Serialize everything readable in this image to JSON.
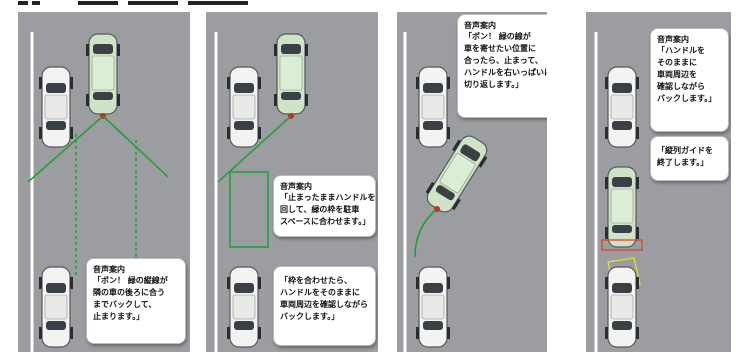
{
  "colors": {
    "road": "#9b9da0",
    "guide_line": "#1f9d3a",
    "car_body": "#f3f4f2",
    "car_glass": "#3b4047",
    "car_active": "#cfe4c6",
    "rear_marker": "#d8261c",
    "red_box": "#e0412f",
    "yellow_box": "#e6df2a"
  },
  "panels": [
    {
      "callouts": [
        {
          "title": "音声案内",
          "body": "「ポン！ 緑の縦線が\n隣の車の後ろに合う\nまでバックして、\n止まります。」"
        }
      ]
    },
    {
      "callouts": [
        {
          "title": "音声案内",
          "body": "「止まったままハンドルを\n回して、緑の枠を駐車\nスペースに合わせます。」"
        },
        {
          "title": "",
          "body": "「枠を合わせたら、\nハンドルをそのままに\n車両周辺を確認しながら\nバックします。」"
        }
      ]
    },
    {
      "callouts": [
        {
          "title": "音声案内",
          "body": "「ポン！ 緑の線が\n車を寄せたい位置に\n合ったら、止まって、\nハンドルを右いっぱいに\n切り返します。」"
        }
      ]
    },
    {
      "callouts": [
        {
          "title": "音声案内",
          "body": "「ハンドルを\nそのままに\n車両周辺を\n確認しながら\nバックします。」"
        },
        {
          "title": "",
          "body": "「縦列ガイドを\n終了します。」"
        }
      ]
    }
  ]
}
